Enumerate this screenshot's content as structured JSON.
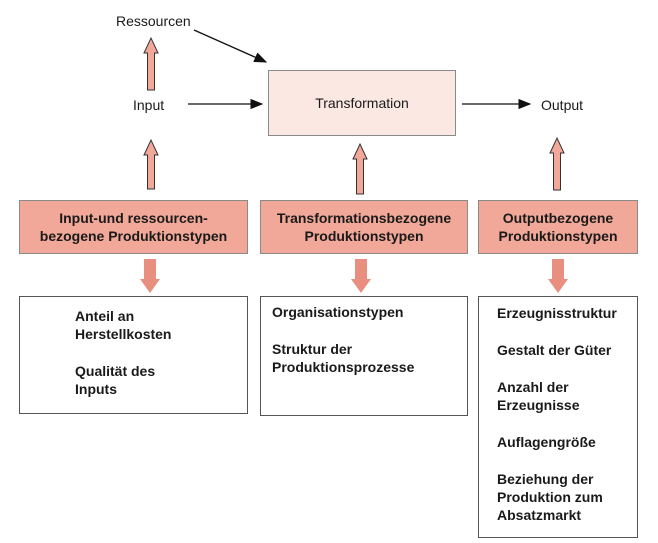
{
  "flow": {
    "resources": "Ressourcen",
    "input": "Input",
    "transformation": "Transformation",
    "output": "Output"
  },
  "categories": [
    {
      "label": "Input-und ressourcen-\nbezogene Produktionstypen"
    },
    {
      "label": "Transformationsbezogene\nProduktionstypen"
    },
    {
      "label": "Outputbezogene\nProduktionstypen"
    }
  ],
  "lists": [
    {
      "items": [
        "Anteil an\nHerstellkosten",
        "Qualität des\nInputs"
      ]
    },
    {
      "items": [
        "Organisationstypen",
        "Struktur der\nProduktionsprozesse"
      ]
    },
    {
      "items": [
        "Erzeugnisstruktur",
        "Gestalt der Güter",
        "Anzahl der\nErzeugnisse",
        "Auflagengröße",
        "Beziehung der\nProduktion zum\nAbsatzmarkt"
      ]
    }
  ],
  "colors": {
    "category_fill": "#f1a898",
    "transformation_fill": "#fbe8e2",
    "arrow_fill": "#f1a898"
  }
}
